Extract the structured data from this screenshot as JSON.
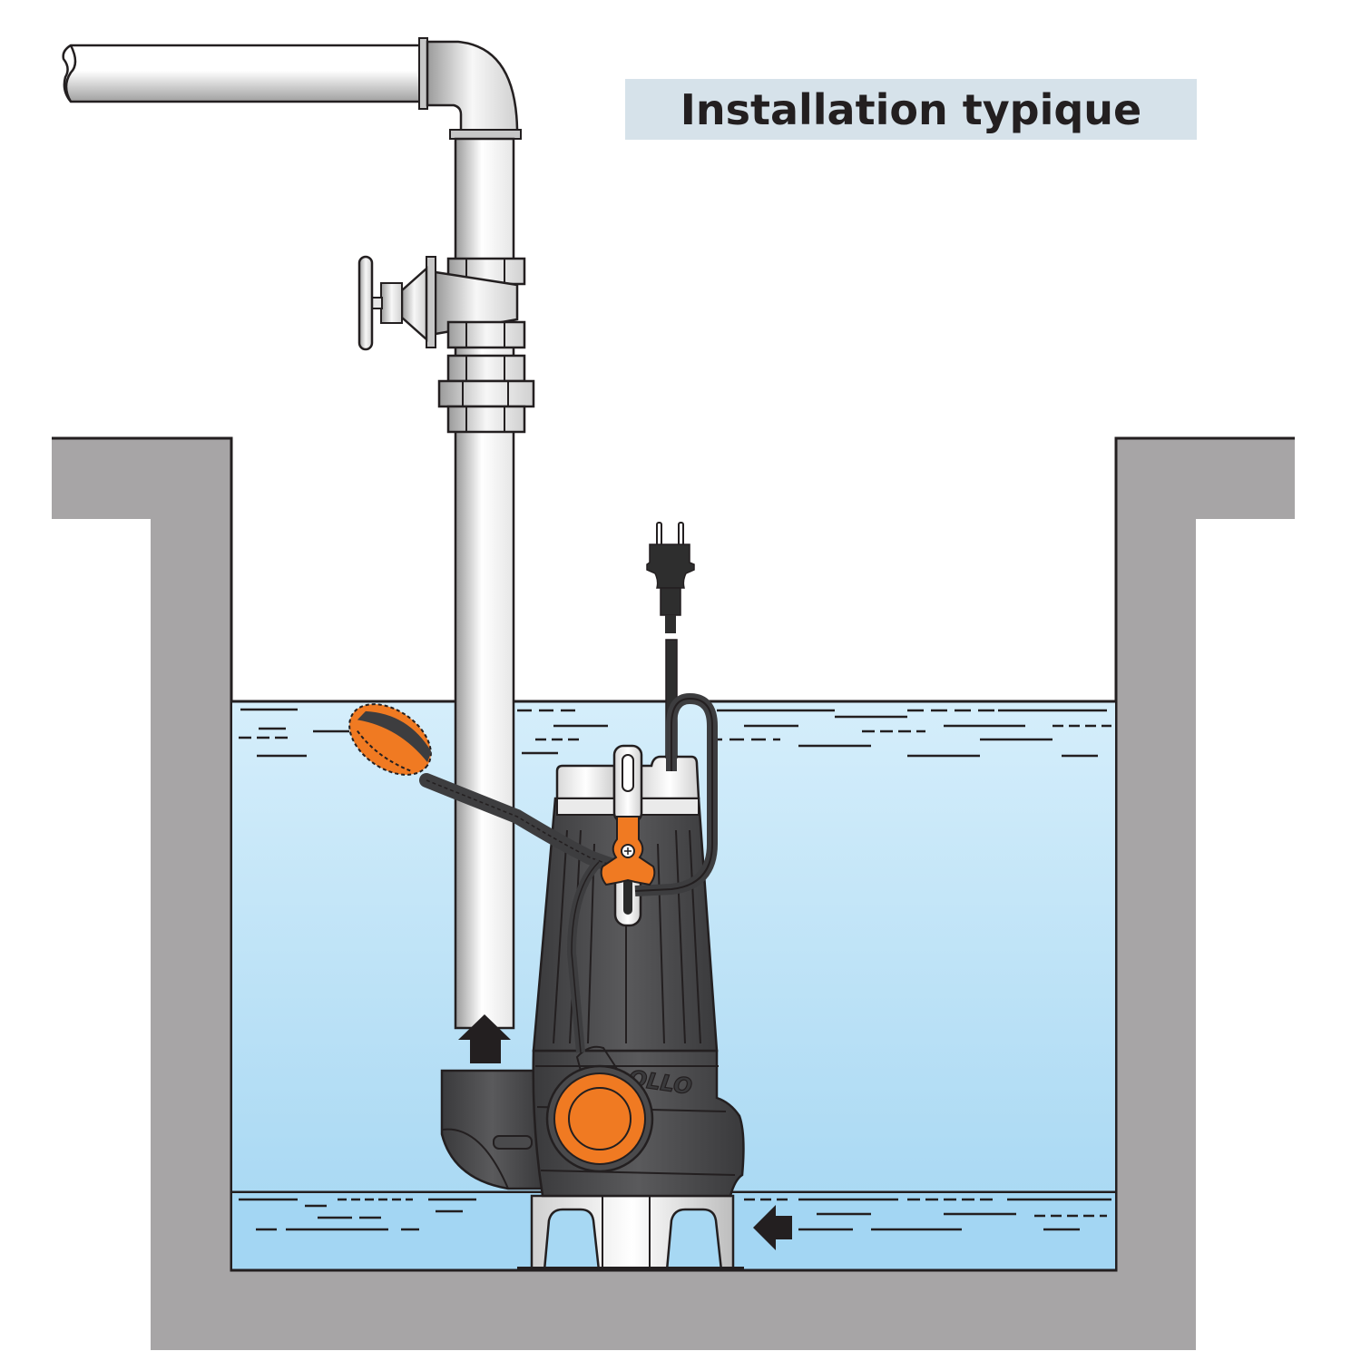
{
  "title": "Installation typique",
  "pump": {
    "brand_logo_visible_text": "OLLO"
  },
  "labels": {
    "discharge_arrow": "arrow-up",
    "inlet_arrow": "arrow-left"
  },
  "colors": {
    "title_bg": "#d6e2ea",
    "title_text": "#231f20",
    "wall": "#a7a5a6",
    "water_top": "#d4eefa",
    "water_bottom": "#a5d7f2",
    "pump_body": "#48494b",
    "accent_orange": "#f07a22",
    "pipe_light": "#f2f2f2",
    "pipe_dark": "#9d9d9d",
    "outline": "#231f20"
  }
}
